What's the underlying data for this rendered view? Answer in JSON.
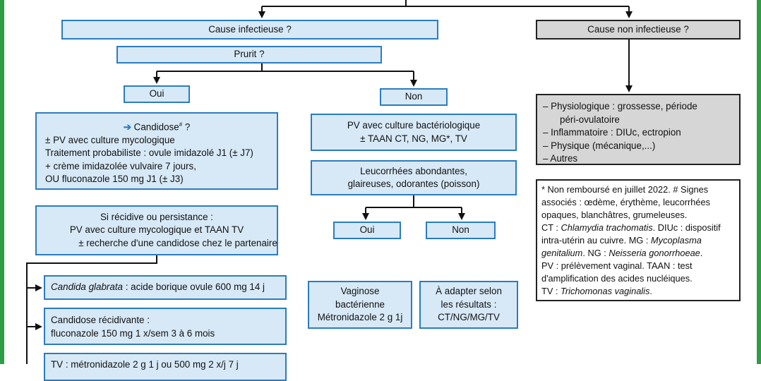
{
  "colors": {
    "frame": "#2e9e46",
    "box_fill": "#d7e9f7",
    "box_border": "#2b7cc0",
    "grey_fill": "#d6d6d6"
  },
  "infectious": "Cause infectieuse ?",
  "non_infectious": "Cause non infectieuse ?",
  "pruritus": "Prurit ?",
  "yes": "Oui",
  "no": "Non",
  "candidose": {
    "arrow": "➔",
    "title": "Candidose",
    "title_mark": "#",
    "title_q": " ?",
    "lines": [
      "± PV avec culture mycologique",
      "Traitement probabiliste : ovule imidazolé J1 (± J7)",
      "+ crème imidazolée vulvaire 7 jours,",
      "OU fluconazole 150 mg J1 (± J3)"
    ]
  },
  "recidive": {
    "lines": [
      "Si récidive ou persistance :",
      "PV avec culture mycologique et TAAN TV",
      "± recherche d'une candidose chez le partenaire"
    ]
  },
  "glabrata": {
    "name": "Candida glabrata",
    "rest": " : acide borique ovule 600 mg 14 j"
  },
  "recurrent": {
    "lines": [
      "Candidose récidivante :",
      "fluconazole 150 mg 1 x/sem 3 à 6 mois"
    ]
  },
  "tv": {
    "text": "TV : métronidazole 2 g 1 j ou 500 mg 2 x/j 7 j"
  },
  "bacterio": {
    "lines": [
      "PV avec culture bactériologique",
      "± TAAN CT, NG, MG*, TV"
    ]
  },
  "leucorrhees": {
    "lines": [
      "Leucorrhées abondantes,",
      "glaireuses, odorantes (poisson)"
    ]
  },
  "vaginose": {
    "lines": [
      "Vaginose",
      "bactérienne",
      "Métronidazole 2 g 1j"
    ]
  },
  "adapter": {
    "lines": [
      "À adapter selon",
      "les résultats :",
      "CT/NG/MG/TV"
    ]
  },
  "non_inf_list": {
    "items": [
      "– Physiologique : grossesse, période",
      "péri-ovulatoire",
      "– Inflammatoire : DIUc, ectropion",
      "– Physique (mécanique,...)",
      "– Autres"
    ]
  },
  "legend": {
    "p1": "* Non remboursé en juillet 2022. # Signes associés : œdème, érythème, leucorrhées opaques, blanchâtres, grumeleuses.",
    "ct_label": "CT : ",
    "ct_name": "Chlamydia trachomatis",
    "ct_rest": ". DIUc : dispositif intra-utérin au cuivre. MG : ",
    "mg_name": "Mycoplasma genitalium",
    "mg_rest": ". NG : ",
    "ng_name": "Neisseria gonorrhoeae",
    "ng_rest": ".",
    "pv_line": "PV : prélèvement vaginal. TAAN : test d'amplification des acides nucléiques.",
    "tv_label": "TV : ",
    "tv_name": "Trichomonas vaginalis",
    "tv_rest": "."
  }
}
